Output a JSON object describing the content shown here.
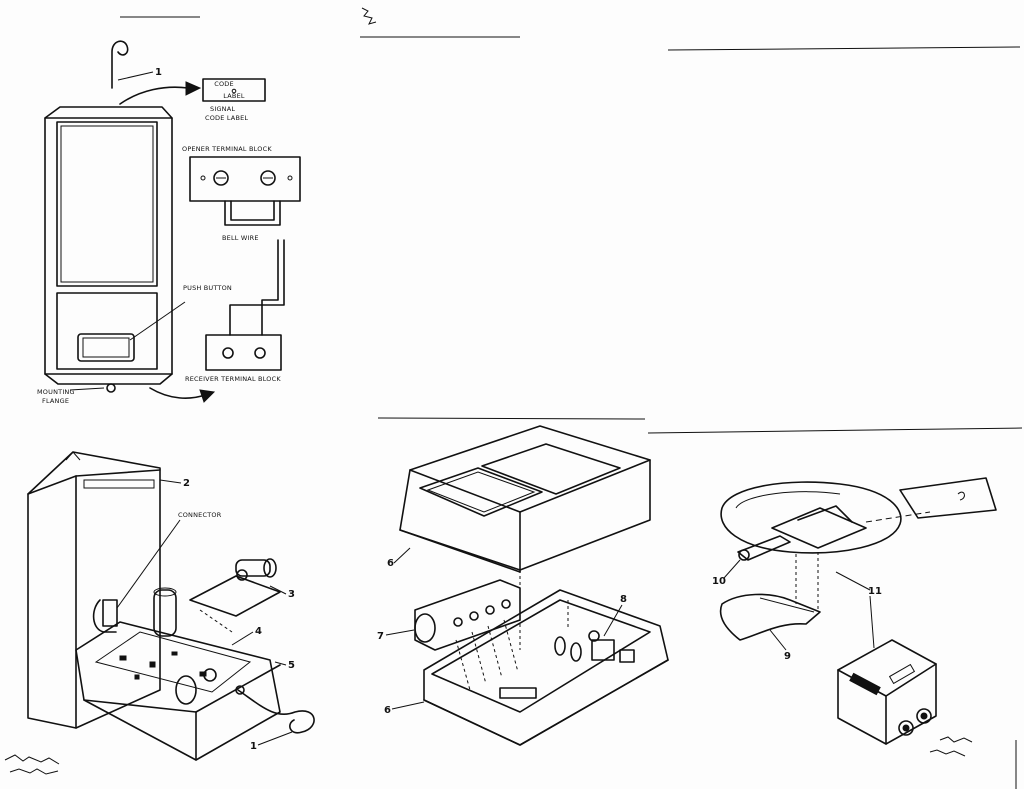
{
  "labels": {
    "code_label_line1": "CODE",
    "code_label_line2": "LABEL",
    "signal_code_label_line1": "SIGNAL",
    "signal_code_label_line2": "CODE LABEL",
    "opener_terminal_block": "OPENER TERMINAL BLOCK",
    "bell_wire": "BELL WIRE",
    "push_button": "PUSH BUTTON",
    "mounting_flange_line1": "MOUNTING",
    "mounting_flange_line2": "FLANGE",
    "receiver_terminal_block": "RECEIVER TERMINAL BLOCK",
    "connector": "CONNECTOR"
  },
  "callouts": {
    "n1_top": "1",
    "n2": "2",
    "n3": "3",
    "n4": "4",
    "n5": "5",
    "n1_bottom": "1",
    "n6_top": "6",
    "n7": "7",
    "n8": "8",
    "n6_bottom": "6",
    "n10": "10",
    "n11": "11",
    "n9": "9"
  }
}
